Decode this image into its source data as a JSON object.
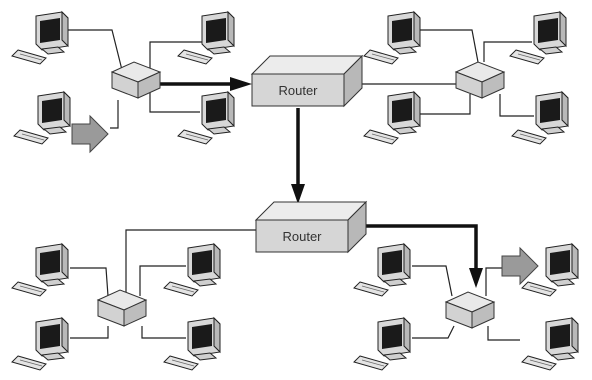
{
  "routers": [
    {
      "id": "router-1",
      "label": "Router"
    },
    {
      "id": "router-2",
      "label": "Router"
    }
  ],
  "computers_per_network": 4,
  "networks": [
    "top-left",
    "top-right",
    "bottom-left",
    "bottom-right"
  ],
  "colors": {
    "line": "#222222",
    "router_fill": "#dcdcdc",
    "hub_fill": "#d9d9d9",
    "source_arrow": "#9a9a9a",
    "monitor_screen": "#1a1a1a"
  },
  "icons": [
    "computer-icon",
    "hub-icon",
    "router-icon",
    "source-arrow-icon",
    "destination-arrow-icon"
  ]
}
